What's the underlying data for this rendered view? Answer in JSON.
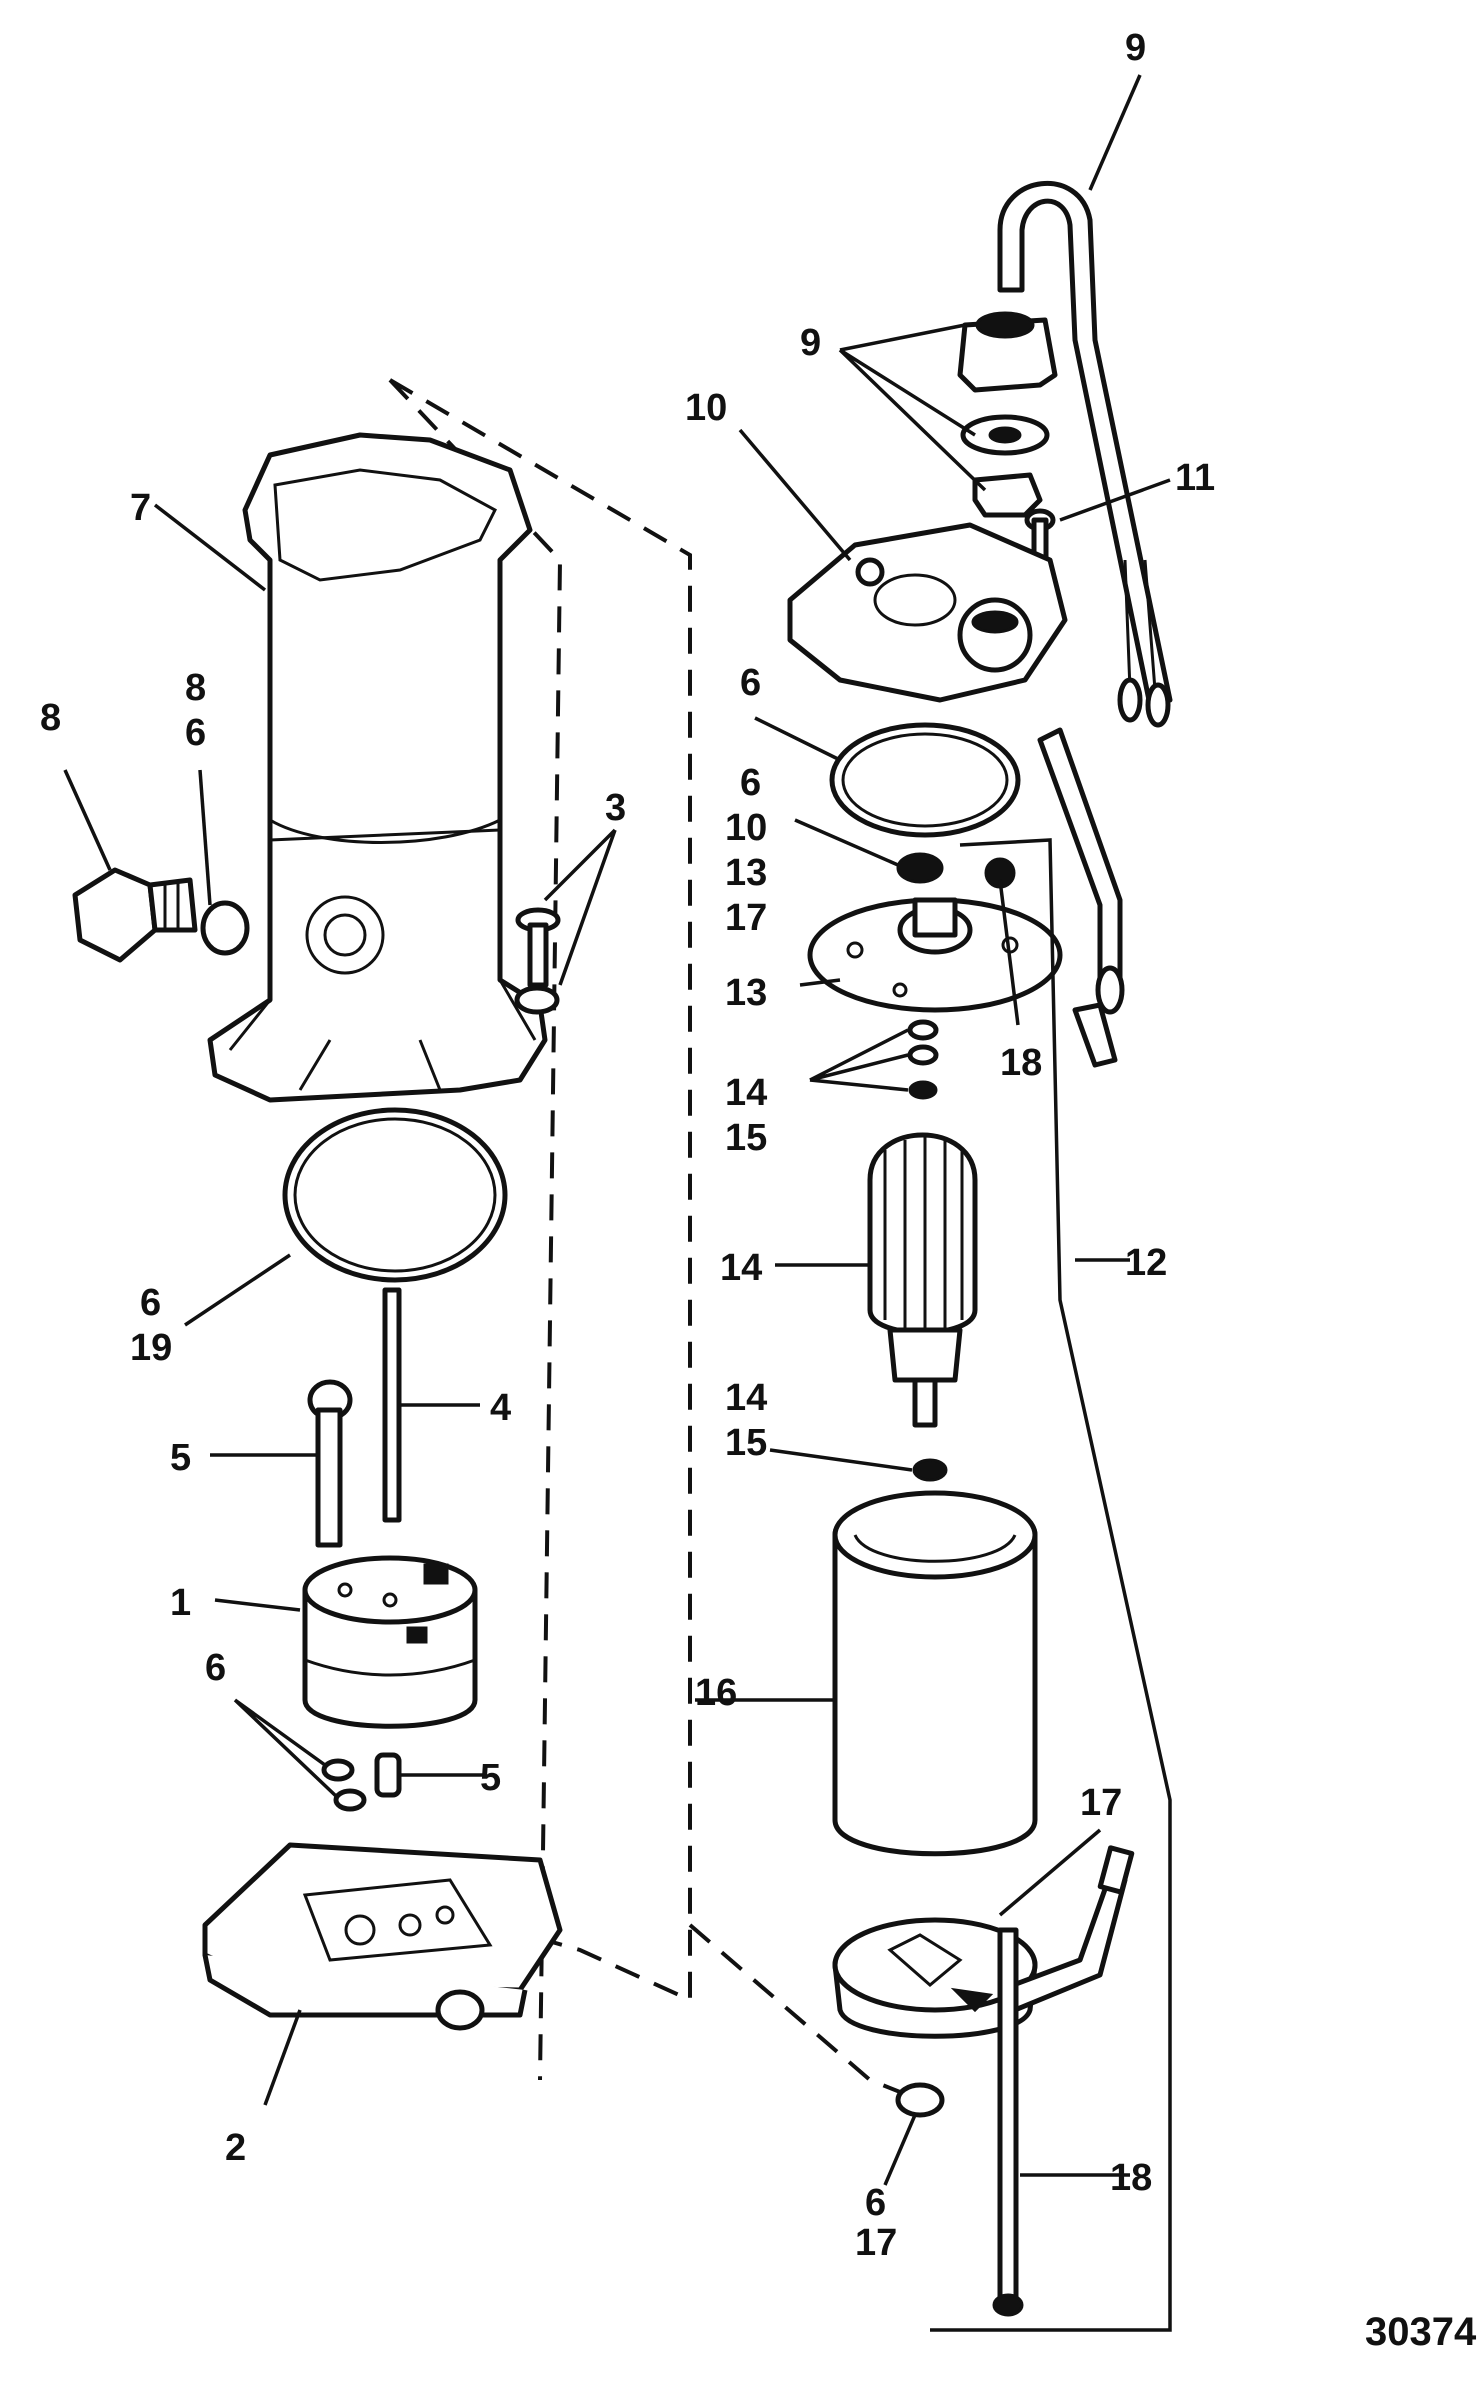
{
  "figure_number": "30374",
  "labels": {
    "l9a": "9",
    "l9b": "9",
    "l10": "10",
    "l11": "11",
    "l7": "7",
    "l8": "8",
    "l8_6_a": "8",
    "l8_6_b": "6",
    "l3": "3",
    "l6a": "6",
    "l6_group_a": "6",
    "l6_group_b": "10",
    "l6_group_c": "13",
    "l6_group_d": "17",
    "l13": "13",
    "l18a": "18",
    "l14_15_a": "14",
    "l14_15_b": "15",
    "l14": "14",
    "l12": "12",
    "l6_19_a": "6",
    "l6_19_b": "19",
    "l4": "4",
    "l5a": "5",
    "l14_15_c": "14",
    "l14_15_d": "15",
    "l1": "1",
    "l16": "16",
    "l6b": "6",
    "l5b": "5",
    "l17": "17",
    "l2": "2",
    "l18b": "18",
    "l6_17_a": "6",
    "l6_17_b": "17"
  }
}
